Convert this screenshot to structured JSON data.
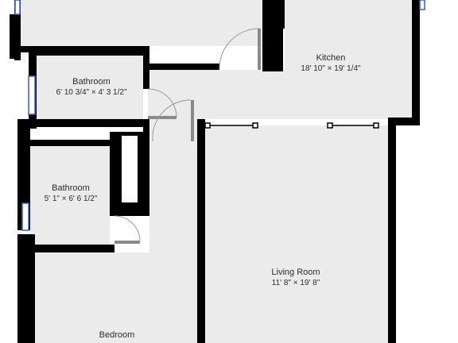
{
  "floor_plan": {
    "rooms": [
      {
        "id": "kitchen",
        "label": "Kitchen",
        "dimensions": "18' 10\" × 19' 1/4\""
      },
      {
        "id": "bathroom-1",
        "label": "Bathroom",
        "dimensions": "6' 10 3/4\" × 4' 3 1/2\""
      },
      {
        "id": "bathroom-2",
        "label": "Bathroom",
        "dimensions": "5' 1\" × 6' 6 1/2\""
      },
      {
        "id": "living-room",
        "label": "Living Room",
        "dimensions": "11' 8\" × 19' 8\""
      },
      {
        "id": "bedroom",
        "label": "Bedroom",
        "dimensions": ""
      },
      {
        "id": "top-room",
        "label": "",
        "dimensions": ""
      }
    ],
    "colors": {
      "floor": "#ebebeb",
      "wall": "#000000",
      "window": "#3a5ad8",
      "door_arc": "#9a9a9a",
      "background": "#ffffff"
    }
  }
}
